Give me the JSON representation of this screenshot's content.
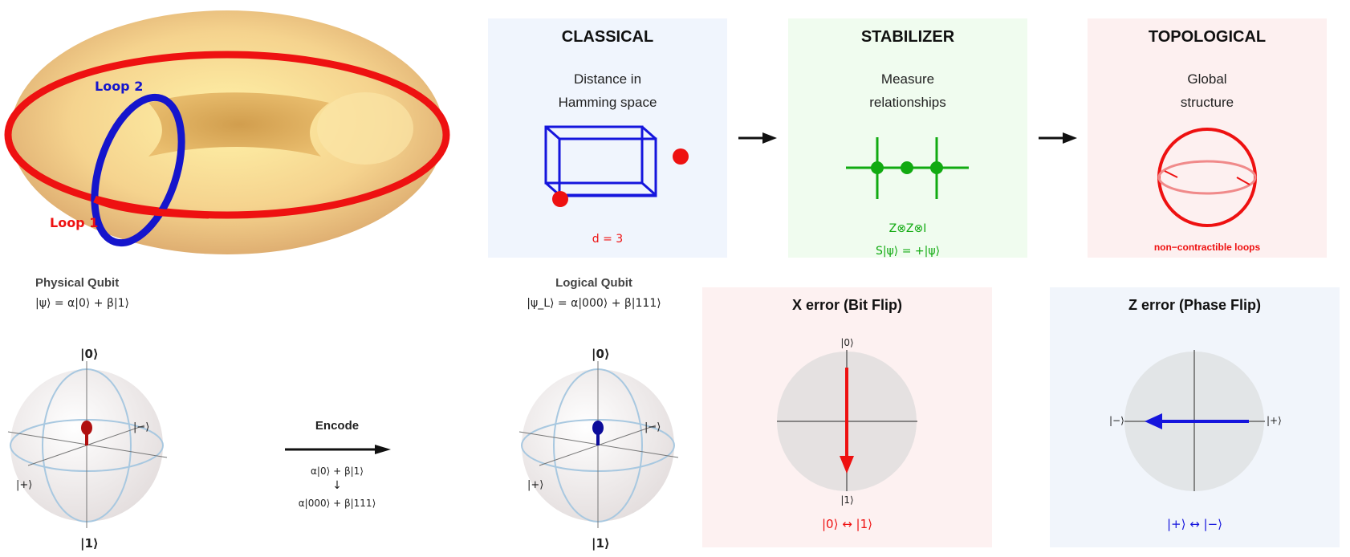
{
  "torus": {
    "loop1_label": "Loop 1",
    "loop2_label": "Loop 2"
  },
  "physical": {
    "title": "Physical Qubit",
    "state": "|ψ⟩ = α|0⟩ + β|1⟩",
    "ket0": "|0⟩",
    "ket1": "|1⟩",
    "ketminus": "|−⟩",
    "ketplus": "|+⟩"
  },
  "encode": {
    "label": "Encode",
    "line1": "α|0⟩ + β|1⟩",
    "arrow": "↓",
    "line2": "α|000⟩ + β|111⟩"
  },
  "logical": {
    "title": "Logical Qubit",
    "state": "|ψ_L⟩ = α|000⟩ + β|111⟩",
    "ket0": "|0⟩",
    "ket1": "|1⟩",
    "ketminus": "|−⟩",
    "ketplus": "|+⟩"
  },
  "classical": {
    "title": "CLASSICAL",
    "line1": "Distance in",
    "line2": "Hamming space",
    "caption": "d = 3"
  },
  "stabilizer": {
    "title": "STABILIZER",
    "line1": "Measure",
    "line2": "relationships",
    "caption1": "Z⊗Z⊗I",
    "caption2": "S|ψ⟩ = +|ψ⟩"
  },
  "topological": {
    "title": "TOPOLOGICAL",
    "line1": "Global",
    "line2": "structure",
    "caption": "non−contractible loops"
  },
  "xerror": {
    "title": "X error (Bit Flip)",
    "top": "|0⟩",
    "bottom": "|1⟩",
    "caption": "|0⟩ ↔ |1⟩"
  },
  "zerror": {
    "title": "Z error (Phase Flip)",
    "left": "|−⟩",
    "right": "|+⟩",
    "caption": "|+⟩ ↔ |−⟩"
  },
  "colors": {
    "red": "#ee1111",
    "blue": "#1010cc",
    "green": "#11aa11",
    "classical_bg": "#f0f5fd",
    "stabilizer_bg": "#f0fcef",
    "topological_bg": "#fdf0f0",
    "xerror_bg": "#fdf1f1",
    "zerror_bg": "#f1f5fb"
  }
}
